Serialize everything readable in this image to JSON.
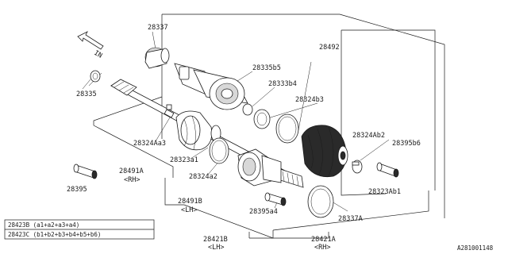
{
  "labels": {
    "p28337": "28337",
    "p28492": "28492",
    "p28335b5": "28335b5",
    "p28333b4": "28333b4",
    "p28324b3": "28324b3",
    "p28335": "28335",
    "p28324Aa3": "28324Aa3",
    "p28324Ab2": "28324Ab2",
    "p28395b6": "28395b6",
    "p28323a1": "28323a1",
    "p28491A": "28491A",
    "p28491A_side": "<RH>",
    "p28324a2": "28324a2",
    "p28491B": "28491B",
    "p28491B_side": "<LH>",
    "p28395": "28395",
    "p28395a4": "28395a4",
    "p28323Ab1": "28323Ab1",
    "p28337A": "28337A",
    "p28421B": "28421B",
    "p28421B_side": "<LH>",
    "p28421A": "28421A",
    "p28421A_side": "<RH>",
    "in_arrow": "IN"
  },
  "kits": [
    "28423B (a1+a2+a3+a4)",
    "28423C (b1+b2+b3+b4+b5+b6)"
  ],
  "footer_code": "A281001148"
}
